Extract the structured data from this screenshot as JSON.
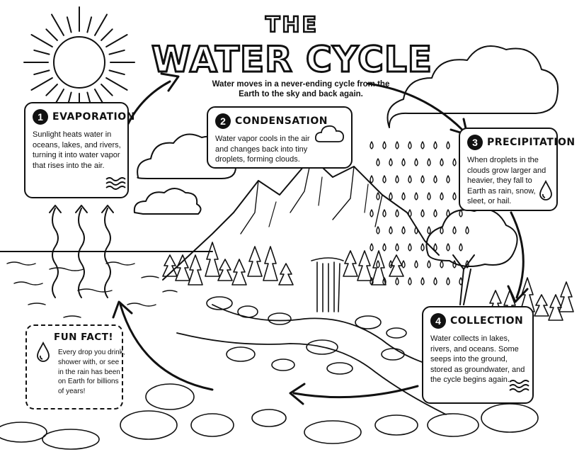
{
  "title": {
    "line1": "THE",
    "line2": "WATER CYCLE"
  },
  "intro": "Water moves in a never-ending cycle from the Earth to the sky and back again.",
  "steps": [
    {
      "number": "1",
      "title": "EVAPORATION",
      "text": "Sunlight heats water in oceans, lakes, and rivers, turning it into water vapor that rises into the air.",
      "icon": "waves-icon"
    },
    {
      "number": "2",
      "title": "CONDENSATION",
      "text": "Water vapor cools in the air and changes back into tiny droplets, forming clouds.",
      "icon": "cloud-icon"
    },
    {
      "number": "3",
      "title": "PRECIPITATION",
      "text": "When droplets in the clouds grow larger and heavier, they fall to Earth as rain, snow, sleet, or hail.",
      "icon": "water-drop-icon"
    },
    {
      "number": "4",
      "title": "COLLECTION",
      "text": "Water collects in lakes, rivers, and oceans. Some seeps into the ground, stored as groundwater, and the cycle begins again.",
      "icon": "waves-icon"
    }
  ],
  "fun_fact": {
    "title": "FUN FACT!",
    "text": "Every drop you drink, shower with, or see in the rain has been on Earth for billions of years!",
    "icon": "water-drop-icon"
  }
}
